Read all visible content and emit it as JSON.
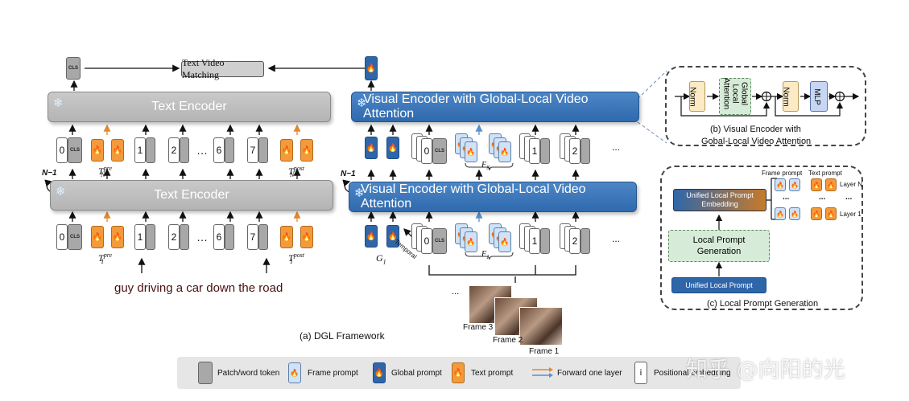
{
  "match_label": "Text Video Matching",
  "cls_label": "CLS",
  "fire_icon": "🔥",
  "snow_icon": "❄",
  "text_encoder_label": "Text Encoder",
  "visual_encoder_label": "Visual Encoder with Global-Local Video Attention",
  "layer_count_label": "N−1",
  "token_zero": "0",
  "token_labels": [
    "1",
    "2",
    "6",
    "7"
  ],
  "ellipsis": "…",
  "dots": "...",
  "text_prompt_pre_top": "T",
  "text_prompt_post_top": "T",
  "text_prompt_pre_bottom": "T",
  "text_prompt_post_bottom": "T",
  "sub_pre": "N",
  "sup_pre": "pre",
  "sub_post": "N",
  "sup_post": "post",
  "sub_1": "1",
  "caption_text": "guy driving a car down the road",
  "global_label": "G",
  "global_sub": "1",
  "temporal_label": "Temporal",
  "frame_nums": [
    "1",
    "2"
  ],
  "frame_labels": [
    "Frame 3",
    "Frame 2",
    "Frame 1"
  ],
  "frame_prompt_label_n": "F",
  "frame_prompt_label_1": "F",
  "fig_a_caption": "(a) DGL Framework",
  "panel_b": {
    "norm1": "Norm",
    "attn": "Global Local Attention",
    "norm2": "Norm",
    "mlp": "MLP",
    "caption_line1": "(b) Visual Encoder with",
    "caption_line2": "Gobal-Local Video Attention"
  },
  "panel_c": {
    "embed_label": "Unified Local Prompt Embedding",
    "gen_label_line1": "Local Prompt",
    "gen_label_line2": "Generation",
    "unified_label": "Unified Local Prompt",
    "frame_prompt_head": "Frame prompt",
    "text_prompt_head": "Text prompt",
    "layer_n": "Layer N",
    "layer_1": "Layer 1",
    "caption": "(c) Local Prompt Generation"
  },
  "legend": {
    "patch": "Patch/word token",
    "frame": "Frame prompt",
    "global": "Global prompt",
    "text": "Text prompt",
    "forward": "Forward one layer",
    "pos_symbol": "i",
    "pos": "Positional embedding"
  },
  "watermark": "知乎 @向阳的光",
  "colors": {
    "encoder_blue": "#2f6aae",
    "encoder_grey": "#b4b4b4",
    "text_prompt": "#f29a3c",
    "frame_prompt": "#cfe2f6",
    "arrow_orange": "#e0892e",
    "arrow_blue": "#5a8fd0",
    "caption_text_color": "#4a1010"
  }
}
